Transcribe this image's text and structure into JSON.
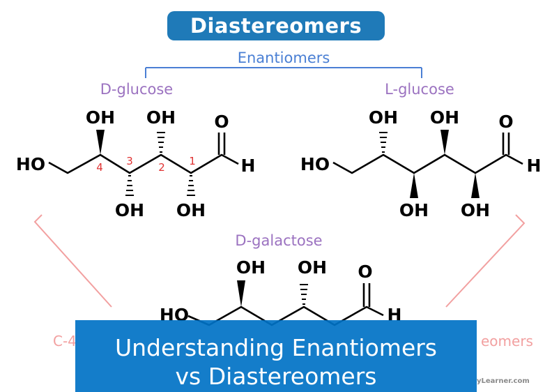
{
  "title": "Diastereomers",
  "relations": {
    "enantiomers_label": "Enantiomers",
    "left_partial_label": "C-4",
    "right_partial_label": "eomers"
  },
  "molecules": {
    "d_glucose": {
      "name": "D-glucose",
      "groups": {
        "ho": "HO",
        "oh4": "OH",
        "oh3": "OH",
        "oh2": "OH",
        "oh1": "OH",
        "o": "O",
        "h": "H"
      },
      "carbon_numbers": [
        "4",
        "3",
        "2",
        "1"
      ]
    },
    "l_glucose": {
      "name": "L-glucose",
      "groups": {
        "ho": "HO",
        "oh4": "OH",
        "oh3": "OH",
        "oh2": "OH",
        "oh1": "OH",
        "o": "O",
        "h": "H"
      }
    },
    "d_galactose": {
      "name": "D-galactose",
      "groups": {
        "ho": "HO",
        "oh4": "OH",
        "oh3": "OH",
        "o": "O",
        "h": "H"
      }
    }
  },
  "banner": {
    "line1": "Understanding Enantiomers",
    "line2": "vs Diastereomers"
  },
  "watermark": "yLearner.com",
  "colors": {
    "title_bg": "#1f7ab8",
    "bracket": "#4a7fd4",
    "molecule_name": "#9b72c0",
    "carbon_number": "#e03232",
    "relation_line": "#f2a0a0",
    "banner_bg": "#0072c6"
  }
}
